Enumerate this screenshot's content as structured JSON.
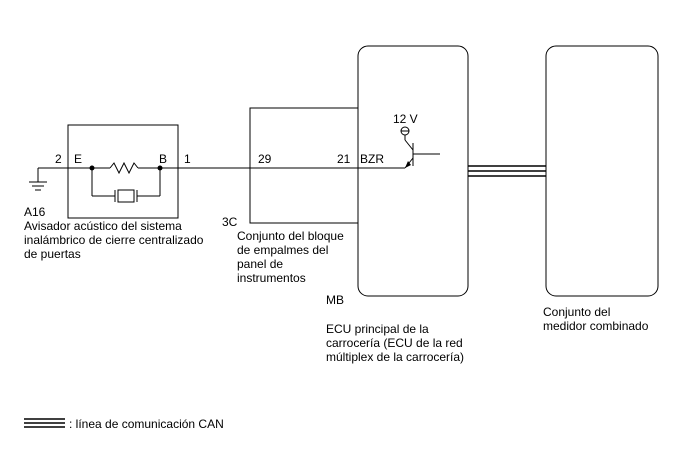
{
  "buzzer": {
    "code": "A16",
    "name_lines": [
      "Avisador acústico del sistema",
      "inalámbrico de cierre centralizado",
      "de puertas"
    ],
    "terminal_left_label": "E",
    "terminal_right_label": "B",
    "pin_left": "2",
    "pin_right": "1"
  },
  "junction": {
    "code": "3C",
    "name_lines": [
      "Conjunto del bloque",
      "de empalmes del",
      "panel de",
      "instrumentos"
    ],
    "pin": "29"
  },
  "ecu": {
    "code": "MB",
    "name_lines": [
      "ECU principal de la",
      "carrocería (ECU de la red",
      "múltiplex de la carrocería)"
    ],
    "pin": "21",
    "terminal_label": "BZR",
    "voltage": "12 V"
  },
  "meter": {
    "name_lines": [
      "Conjunto del",
      "medidor combinado"
    ]
  },
  "legend": {
    "can_label": ": línea de comunicación CAN"
  }
}
